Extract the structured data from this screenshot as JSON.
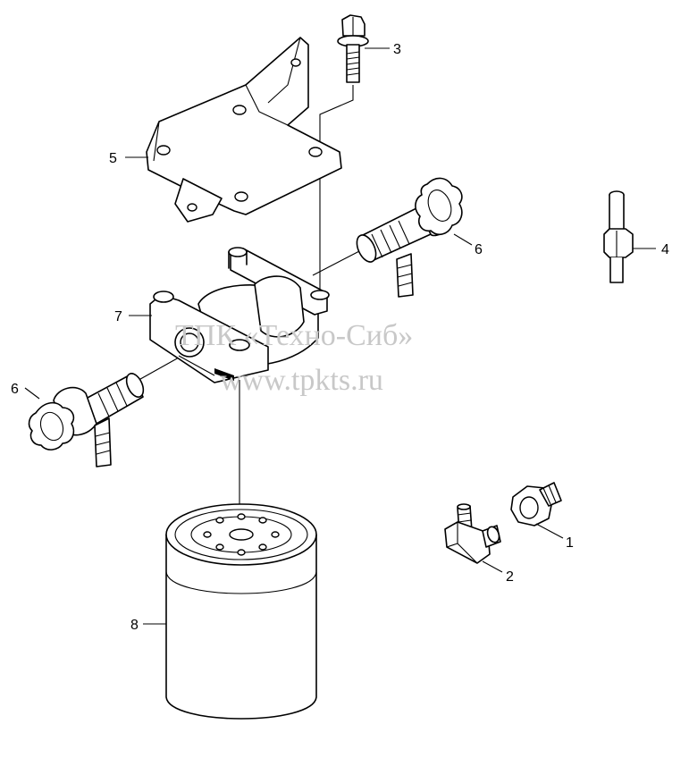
{
  "watermark": {
    "line1": "ТПК «Техно-Сиб»",
    "line2": "www.tpkts.ru",
    "color": "#c8c8c8"
  },
  "callouts": [
    {
      "id": "1",
      "text": "1",
      "part": "plug"
    },
    {
      "id": "2",
      "text": "2",
      "part": "elbow-fitting"
    },
    {
      "id": "3",
      "text": "3",
      "part": "bolt"
    },
    {
      "id": "4",
      "text": "4",
      "part": "straight-fitting"
    },
    {
      "id": "5",
      "text": "5",
      "part": "mounting-bracket"
    },
    {
      "id": "6a",
      "text": "6",
      "part": "valve-upper-right"
    },
    {
      "id": "6b",
      "text": "6",
      "part": "valve-lower-left"
    },
    {
      "id": "7",
      "text": "7",
      "part": "filter-head"
    },
    {
      "id": "8",
      "text": "8",
      "part": "filter-cartridge"
    }
  ],
  "colors": {
    "line": "#000000",
    "background": "#ffffff"
  }
}
